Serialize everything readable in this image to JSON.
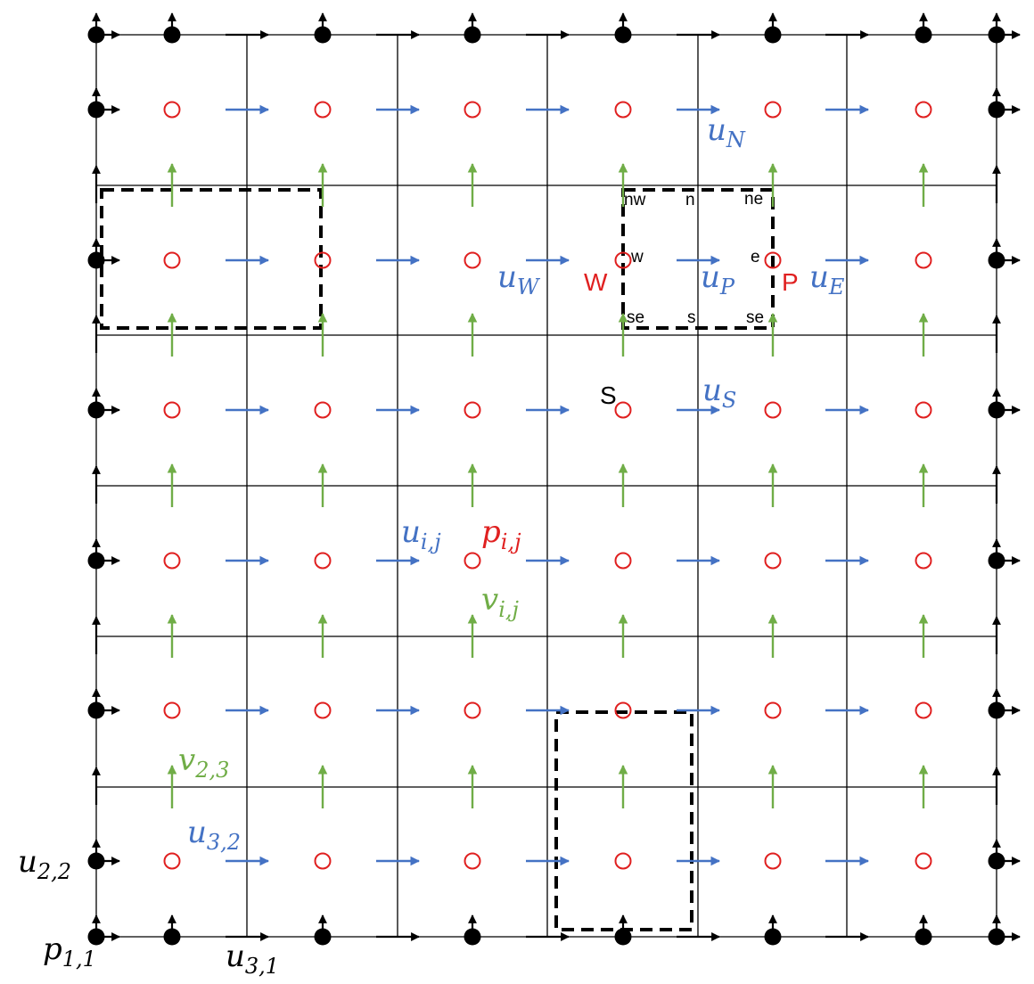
{
  "colors": {
    "grid": "#000000",
    "boundary": "#000000",
    "pressure": "#e02020",
    "u_velocity": "#4472c4",
    "v_velocity": "#70ad47",
    "dashed": "#000000"
  },
  "labels": {
    "u_N": {
      "base": "u",
      "sub": "N"
    },
    "u_W": {
      "base": "u",
      "sub": "W"
    },
    "u_P": {
      "base": "u",
      "sub": "P"
    },
    "u_E": {
      "base": "u",
      "sub": "E"
    },
    "u_S": {
      "base": "u",
      "sub": "S"
    },
    "u_ij": {
      "base": "u",
      "sub": "i,j"
    },
    "p_ij": {
      "base": "p",
      "sub": "i,j"
    },
    "v_ij": {
      "base": "v",
      "sub": "i,j"
    },
    "v_23": {
      "base": "v",
      "sub": "2,3"
    },
    "u_32": {
      "base": "u",
      "sub": "3,2"
    },
    "u_22": {
      "base": "u",
      "sub": "2,2"
    },
    "p_11": {
      "base": "p",
      "sub": "1,1"
    },
    "u_31": {
      "base": "u",
      "sub": "3,1"
    },
    "W": "W",
    "P": "P",
    "S": "S",
    "nw": "nw",
    "n": "n",
    "ne": "ne",
    "w": "w",
    "e": "e",
    "se_left": "se",
    "s": "s",
    "se_right": "se"
  }
}
